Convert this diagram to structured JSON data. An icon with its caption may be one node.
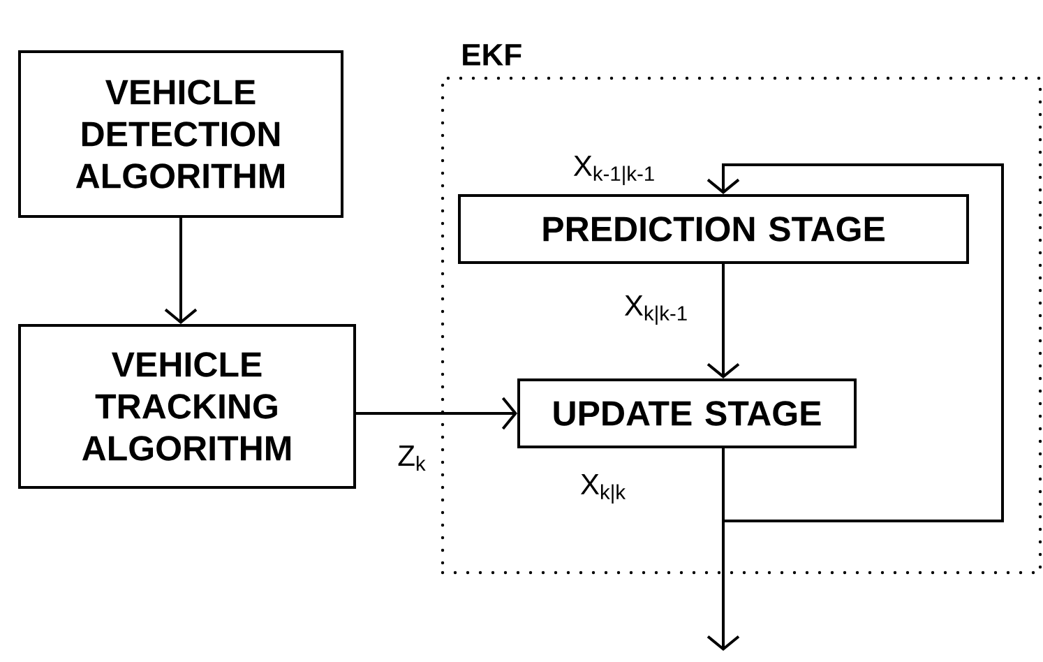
{
  "diagram": {
    "nodes": [
      {
        "text": [
          "EKF"
        ]
      },
      {
        "text": [
          "VEHICLE DETECTION ALGORITHM"
        ]
      },
      {
        "text": [
          "VEHICLE TRACKING ALGORITHM"
        ]
      },
      {
        "text": [
          "PREDICTION STAGE"
        ],
        "in": 0
      },
      {
        "text": [
          "UPDATE STAGE"
        ],
        "in": 0
      }
    ],
    "edges": [
      {
        "from": 1,
        "to": 2,
        "arrow": "to"
      },
      {
        "from": 2,
        "to": 4,
        "arrow": "to",
        "label": "Z$_{k}$"
      },
      {
        "from": 4,
        "to": 3,
        "arrow": "to",
        "label": "X$_{k-1|k-1}$"
      },
      {
        "from": 3,
        "to": 4,
        "arrow": "to",
        "label": "X$_{k|k-1}$"
      },
      {
        "from": 4,
        "to": null,
        "arrow": "to",
        "label": "X$_{k|k}$"
      }
    ]
  }
}
